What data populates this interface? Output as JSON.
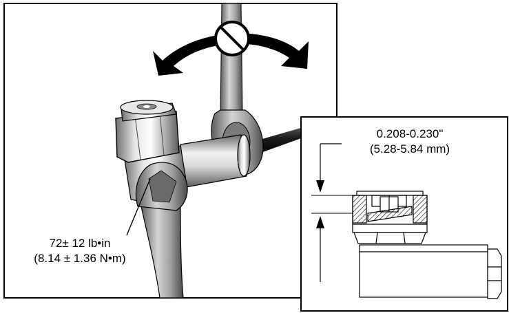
{
  "torque_spec": {
    "line1": "72± 12 lb•in",
    "line2": "(8.14 ± 1.36 N•m)"
  },
  "gap_dimension": {
    "line1": "0.208-0.230\"",
    "line2": "(5.28-5.84 mm)"
  },
  "icons": {
    "rotation": "curved-double-arrow-icon",
    "prohibited": "prohibited-icon"
  },
  "colors": {
    "line": "#000000",
    "background": "#ffffff",
    "metal": "#b8b8b8"
  }
}
